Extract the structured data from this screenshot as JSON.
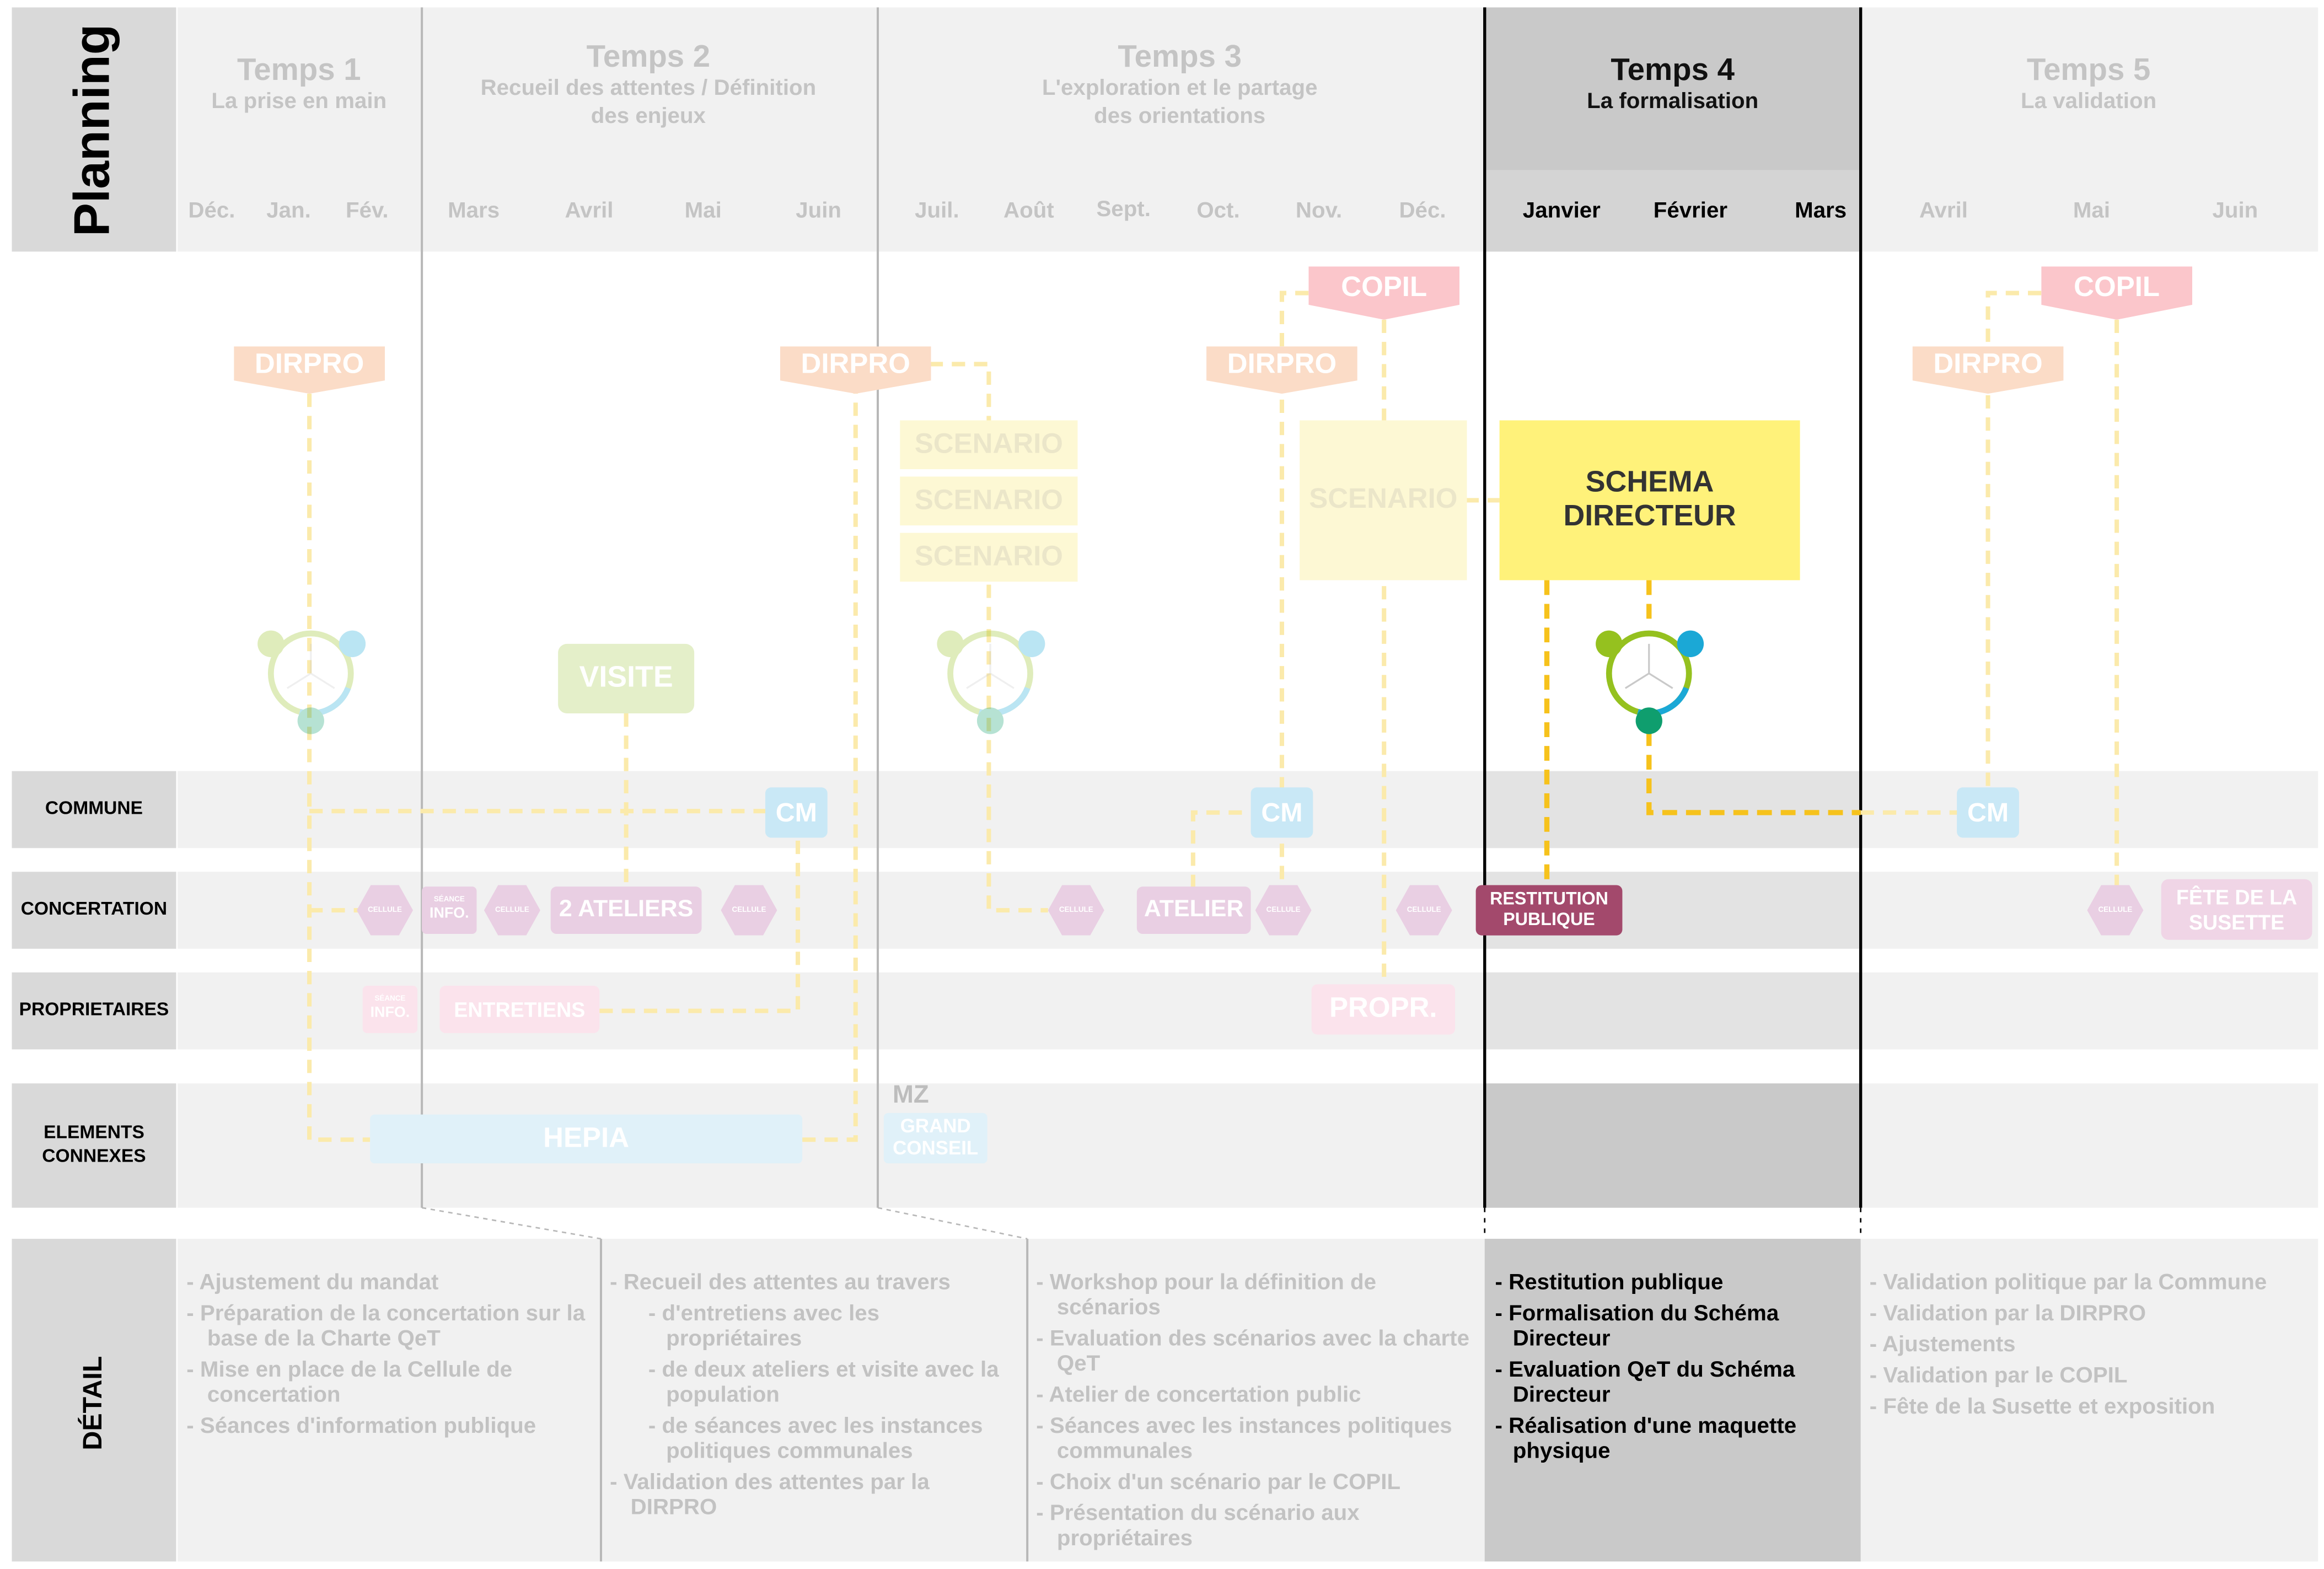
{
  "planning_title": "Planning",
  "detail_title": "DÉTAIL",
  "phases": [
    {
      "name": "Temps 1",
      "subtitle": "La prise en main"
    },
    {
      "name": "Temps 2",
      "subtitle": "Recueil des attentes / Définition des enjeux"
    },
    {
      "name": "Temps 3",
      "subtitle": "L'exploration et le partage des orientations"
    },
    {
      "name": "Temps 4",
      "subtitle": "La formalisation"
    },
    {
      "name": "Temps 5",
      "subtitle": "La validation"
    }
  ],
  "months": [
    "Déc.",
    "Jan.",
    "Fév.",
    "Mars",
    "Avril",
    "Mai",
    "Juin",
    "Juil.",
    "Août",
    "Sept.",
    "Oct.",
    "Nov.",
    "Déc.",
    "Janvier",
    "Février",
    "Mars",
    "Avril",
    "Mai",
    "Juin"
  ],
  "rows": [
    "COMMUNE",
    "CONCERTATION",
    "PROPRIETAIRES",
    "ELEMENTS CONNEXES"
  ],
  "nodes": {
    "dirpro": "DIRPRO",
    "copil": "COPIL",
    "scenario": "SCENARIO",
    "schema": "SCHEMA DIRECTEUR",
    "visite": "VISITE",
    "cm": "CM",
    "cellule": "CELLULE",
    "seance_small": "SÉANCE",
    "info": "INFO.",
    "ateliers": "2 ATELIERS",
    "atelier": "ATELIER",
    "restitution": "RESTITUTION PUBLIQUE",
    "fete": "FÊTE DE LA SUSETTE",
    "entretiens": "ENTRETIENS",
    "propr": "PROPR.",
    "hepia": "HEPIA",
    "mz": "MZ",
    "grand_conseil": "GRAND CONSEIL"
  },
  "details": [
    [
      "Ajustement du mandat",
      "Préparation de la concertation sur la base de la Charte QeT",
      "Mise en place de la Cellule de concertation",
      "Séances d'information publique"
    ],
    [
      "Recueil des attentes au travers",
      "- d'entretiens avec les propriétaires",
      "- de deux ateliers et visite avec la population",
      "- de séances avec les instances politiques communales",
      "Validation des attentes par la DIRPRO"
    ],
    [
      "Workshop pour la définition de scénarios",
      "Evaluation des scénarios avec la charte QeT",
      "Atelier de concertation public",
      "Séances avec les instances politiques communales",
      "Choix d'un scénario par le COPIL",
      "Présentation du scénario aux propriétaires"
    ],
    [
      "Restitution publique",
      "Formalisation du Schéma Directeur",
      "Evaluation QeT du Schéma Directeur",
      "Réalisation d'une maquette physique"
    ],
    [
      "Validation politique par la Commune",
      "Validation par la DIRPRO",
      "Ajustements",
      "Validation par le COPIL",
      "Fête de la Susette et exposition"
    ]
  ]
}
